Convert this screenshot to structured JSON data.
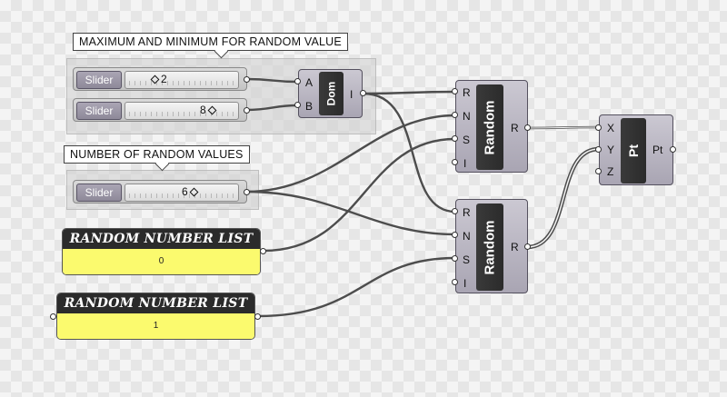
{
  "groups": [
    {
      "title": "MAXIMUM AND MINIMUM FOR RANDOM VALUE"
    },
    {
      "title": "NUMBER OF RANDOM VALUES"
    }
  ],
  "sliders": [
    {
      "label": "Slider",
      "value": "2"
    },
    {
      "label": "Slider",
      "value": "8"
    },
    {
      "label": "Slider",
      "value": "6"
    }
  ],
  "dom": {
    "name": "Dom",
    "inputs": [
      "A",
      "B"
    ],
    "output": "I"
  },
  "random1": {
    "name": "Random",
    "inputs": [
      "R",
      "N",
      "S",
      "I"
    ],
    "output": "R"
  },
  "random2": {
    "name": "Random",
    "inputs": [
      "R",
      "N",
      "S",
      "I"
    ],
    "output": "R"
  },
  "pt": {
    "name": "Pt",
    "inputs": [
      "X",
      "Y",
      "Z"
    ],
    "output": "Pt"
  },
  "panels": [
    {
      "title": "RANDOM NUMBER LIST",
      "value": "0"
    },
    {
      "title": "RANDOM NUMBER LIST",
      "value": "1"
    }
  ],
  "colors": {
    "panel_body": "#fbfa6e",
    "panel_head": "#2b2b2b",
    "component_body": "#b9b5c2",
    "wire": "#4d4d4d"
  }
}
